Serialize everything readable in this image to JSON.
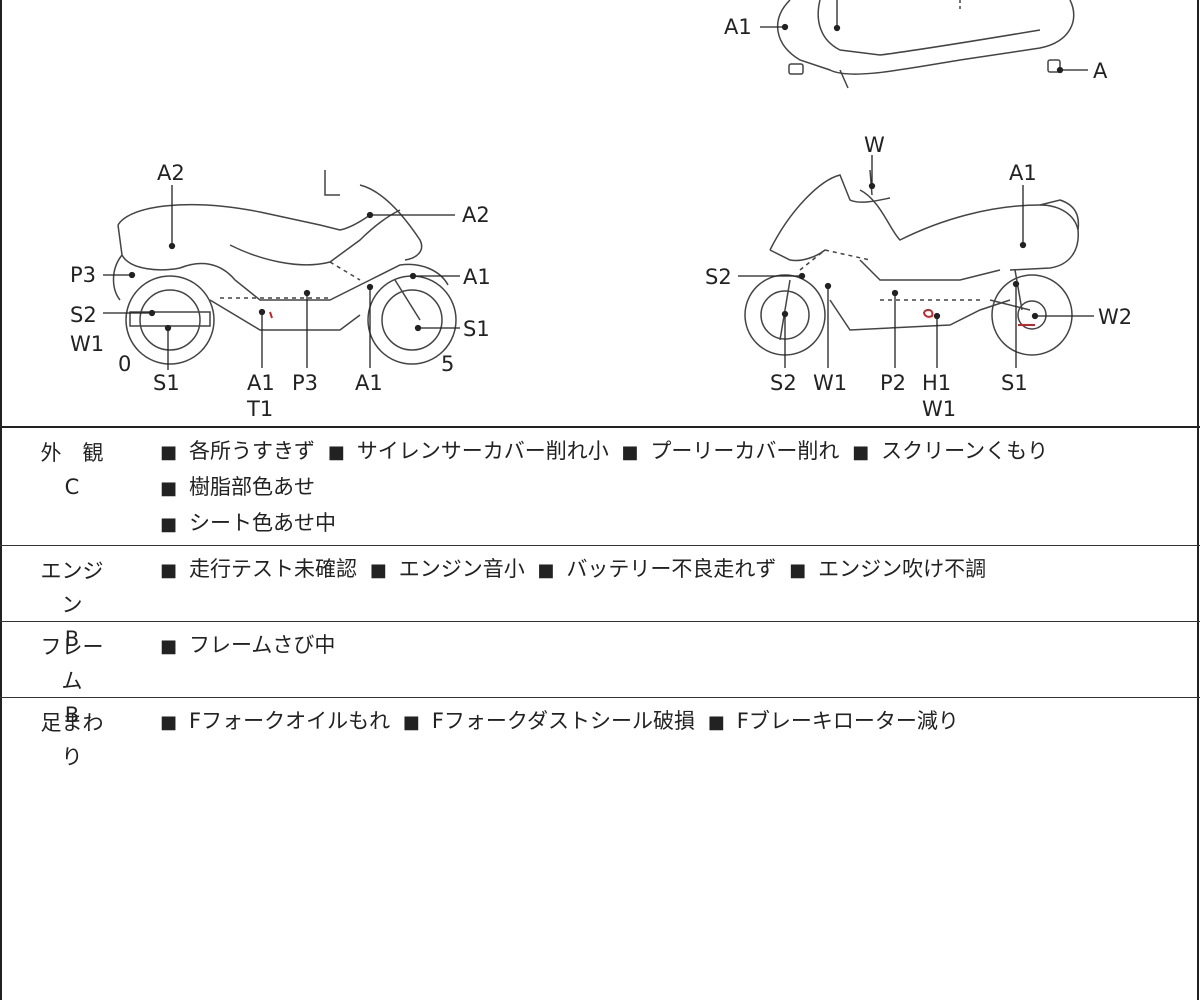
{
  "diagram": {
    "labels": {
      "top_A1": "A1",
      "top_A": "A",
      "left_A2_top": "A2",
      "left_A2_right": "A2",
      "left_P3": "P3",
      "left_A1_right": "A1",
      "left_S2": "S2",
      "left_W1": "W1",
      "left_S1_right": "S1",
      "left_0": "0",
      "left_5": "5",
      "left_S1_bottom": "S1",
      "left_A1_bottom": "A1",
      "left_T1": "T1",
      "left_P3_bottom": "P3",
      "left_A1_bottom2": "A1",
      "right_W": "W",
      "right_A1": "A1",
      "right_S2": "S2",
      "right_W2": "W2",
      "right_S2_bottom": "S2",
      "right_W1_bottom": "W1",
      "right_P2": "P2",
      "right_H1": "H1",
      "right_W1_under": "W1",
      "right_S1": "S1"
    }
  },
  "rows": [
    {
      "category": "外　観",
      "grade": "C",
      "items": [
        "各所うすきず",
        "サイレンサーカバー削れ小",
        "プーリーカバー削れ",
        "スクリーンくもり",
        "樹脂部色あせ",
        "シート色あせ中"
      ]
    },
    {
      "category": "エンジン",
      "grade": "B",
      "items": [
        "走行テスト未確認",
        "エンジン音小",
        "バッテリー不良走れず",
        "エンジン吹け不調"
      ]
    },
    {
      "category": "フレーム",
      "grade": "B",
      "items": [
        "フレームさび中"
      ]
    },
    {
      "category": "足まわり",
      "grade": "",
      "items": [
        "Fフォークオイルもれ",
        "Fフォークダストシール破損",
        "Fブレーキローター減り"
      ]
    }
  ]
}
